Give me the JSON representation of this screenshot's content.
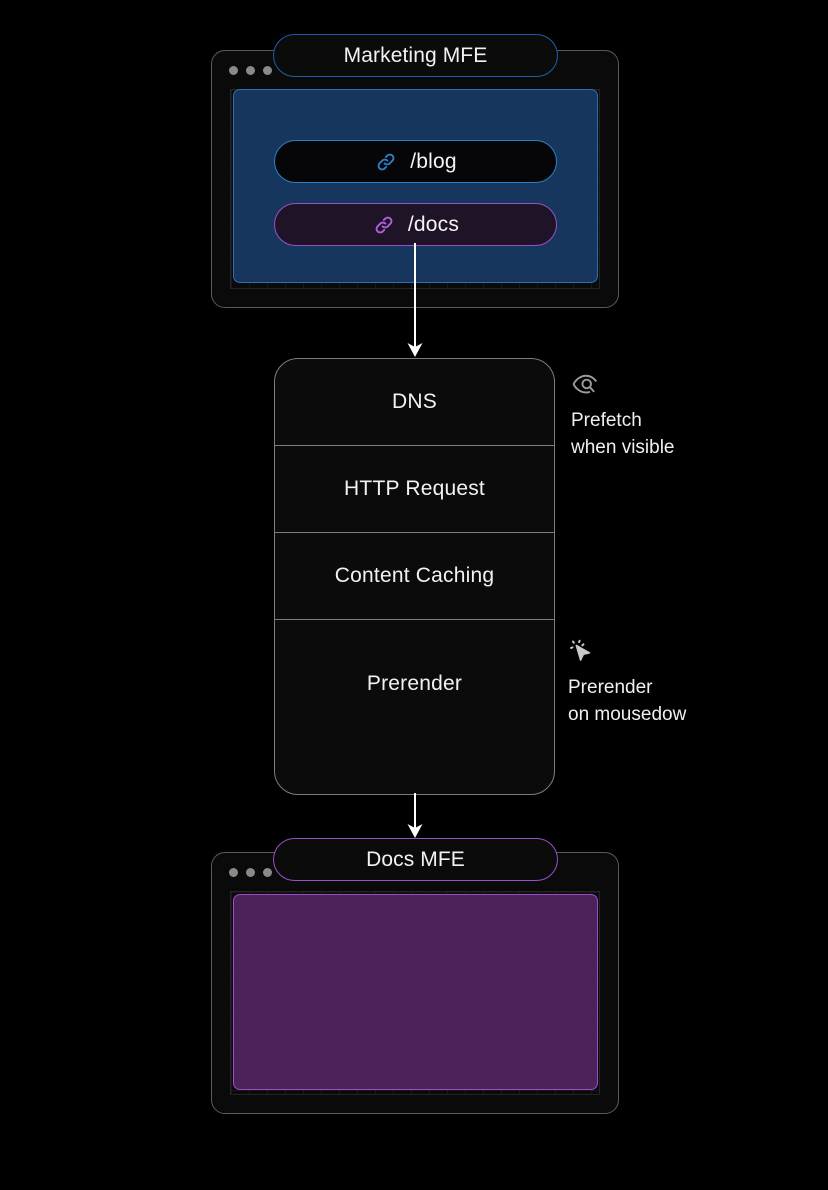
{
  "theme": {
    "background": "#000000",
    "blue_accent": "#2b7fc4",
    "blue_panel": "#17365e",
    "purple_accent": "#9a4ecb",
    "purple_panel": "#4b2359",
    "frame_border": "#5a5a5a",
    "text": "#f2f2f2"
  },
  "marketing_window": {
    "title": "Marketing MFE",
    "traffic_lights": [
      "dot-1",
      "dot-2",
      "dot-3"
    ],
    "routes": [
      {
        "icon": "link-icon",
        "label": "/blog",
        "accent": "#2b7fc4",
        "state": "default"
      },
      {
        "icon": "link-icon",
        "label": "/docs",
        "accent": "#9a4ecb",
        "state": "highlighted"
      }
    ]
  },
  "pipeline": {
    "stages": [
      {
        "label": "DNS"
      },
      {
        "label": "HTTP Request"
      },
      {
        "label": "Content Caching"
      },
      {
        "label": "Prerender"
      }
    ]
  },
  "annotations": [
    {
      "icon": "scan-eye-icon",
      "text": "Prefetch\nwhen visible"
    },
    {
      "icon": "cursor-click-icon",
      "text": "Prerender\non mousedow"
    }
  ],
  "docs_window": {
    "title": "Docs MFE",
    "traffic_lights": [
      "dot-1",
      "dot-2",
      "dot-3"
    ],
    "content_panel": "docs-content-area"
  },
  "arrows": [
    {
      "from": "/docs",
      "to": "DNS"
    },
    {
      "from": "Prerender",
      "to": "Docs MFE"
    }
  ]
}
